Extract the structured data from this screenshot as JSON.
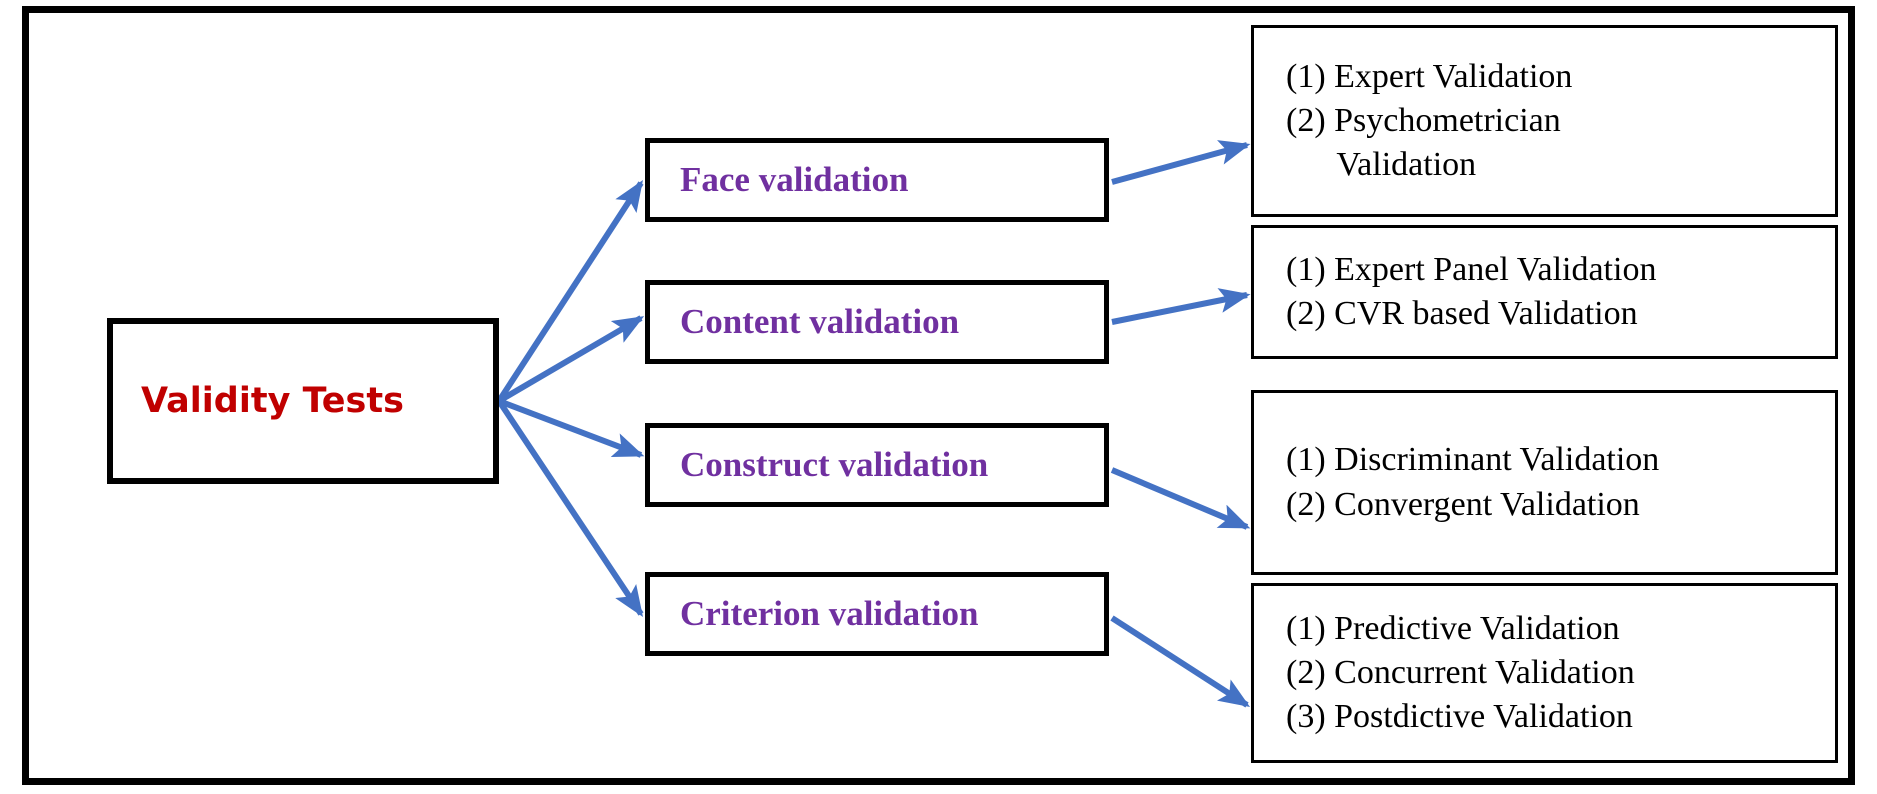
{
  "diagram": {
    "title": "Validity Tests",
    "colors": {
      "root_text": "#C00000",
      "category_text": "#7030A0",
      "detail_text": "#000000",
      "arrow": "#4472C4",
      "box_border": "#000000",
      "background": "#FFFFFF"
    },
    "root": {
      "label": "Validity Tests"
    },
    "categories": [
      {
        "label": "Face validation",
        "details": [
          "(1) Expert Validation",
          "(2) Psychometrician",
          "      Validation"
        ]
      },
      {
        "label": "Content validation",
        "details": [
          "(1) Expert Panel Validation",
          "(2) CVR based Validation"
        ]
      },
      {
        "label": "Construct validation",
        "details": [
          "(1) Discriminant Validation",
          "(2) Convergent Validation"
        ]
      },
      {
        "label": "Criterion validation",
        "details": [
          "(1) Predictive Validation",
          "(2) Concurrent Validation",
          "(3) Postdictive Validation"
        ]
      }
    ]
  }
}
